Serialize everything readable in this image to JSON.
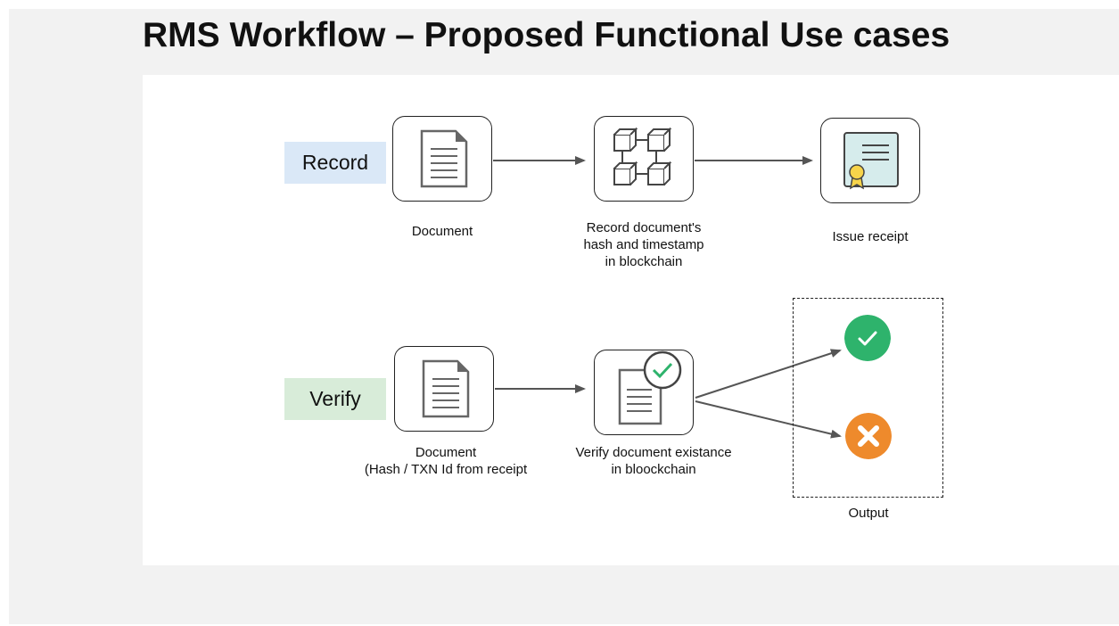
{
  "title": "RMS Workflow – Proposed Functional Use cases",
  "rows": {
    "record": {
      "label": "Record",
      "steps": [
        {
          "icon": "document-icon",
          "caption": [
            "Document"
          ]
        },
        {
          "icon": "blockchain-icon",
          "caption": [
            "Record document's",
            "hash and timestamp",
            "in blockchain"
          ]
        },
        {
          "icon": "certificate-icon",
          "caption": [
            "Issue receipt"
          ]
        }
      ]
    },
    "verify": {
      "label": "Verify",
      "steps": [
        {
          "icon": "document-icon",
          "caption": [
            "Document",
            "(Hash / TXN Id from receipt"
          ]
        },
        {
          "icon": "verified-document-icon",
          "caption": [
            "Verify document existance",
            "in bloockchain"
          ]
        }
      ],
      "output": {
        "caption": "Output",
        "success_icon": "check-circle-icon",
        "failure_icon": "x-circle-icon"
      }
    }
  },
  "colors": {
    "record_label_bg": "#dae8f7",
    "verify_label_bg": "#d8ecd9",
    "success": "#2eb36c",
    "failure": "#ee8a2c",
    "arrow": "#555555"
  }
}
